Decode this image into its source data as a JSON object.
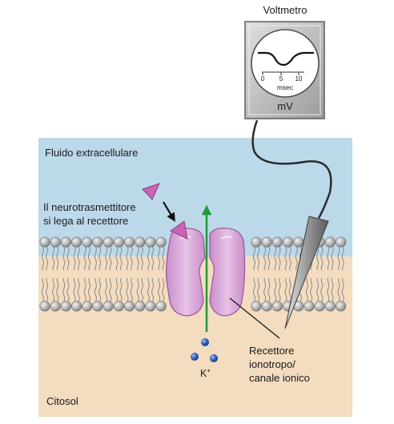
{
  "labels": {
    "voltmeter_title": "Voltmetro",
    "scale_0": "0",
    "scale_5": "5",
    "scale_10": "10",
    "scale_unit": "msec",
    "meter_unit": "mV",
    "extracellular": "Fluido extracellulare",
    "neuro_line1": "Il neurotrasmettitore",
    "neuro_line2": "si lega al recettore",
    "ion_base": "K",
    "ion_charge": "+",
    "receptor_line1": "Recettore",
    "receptor_line2": "ionotropo/",
    "receptor_line3": "canale ionico",
    "cytosol": "Citosol"
  },
  "colors": {
    "extracellular_fluid": "#bcd9ea",
    "cytosol": "#f3dcc0",
    "lipid_head": "#a9a9a9",
    "channel_protein": "#d8a9d8",
    "neurotransmitter": "#c964b4",
    "ion_flow_arrow": "#1f9a3a",
    "potassium_ion": "#2f5fb5",
    "voltmeter_case": "#bdbdbd"
  }
}
